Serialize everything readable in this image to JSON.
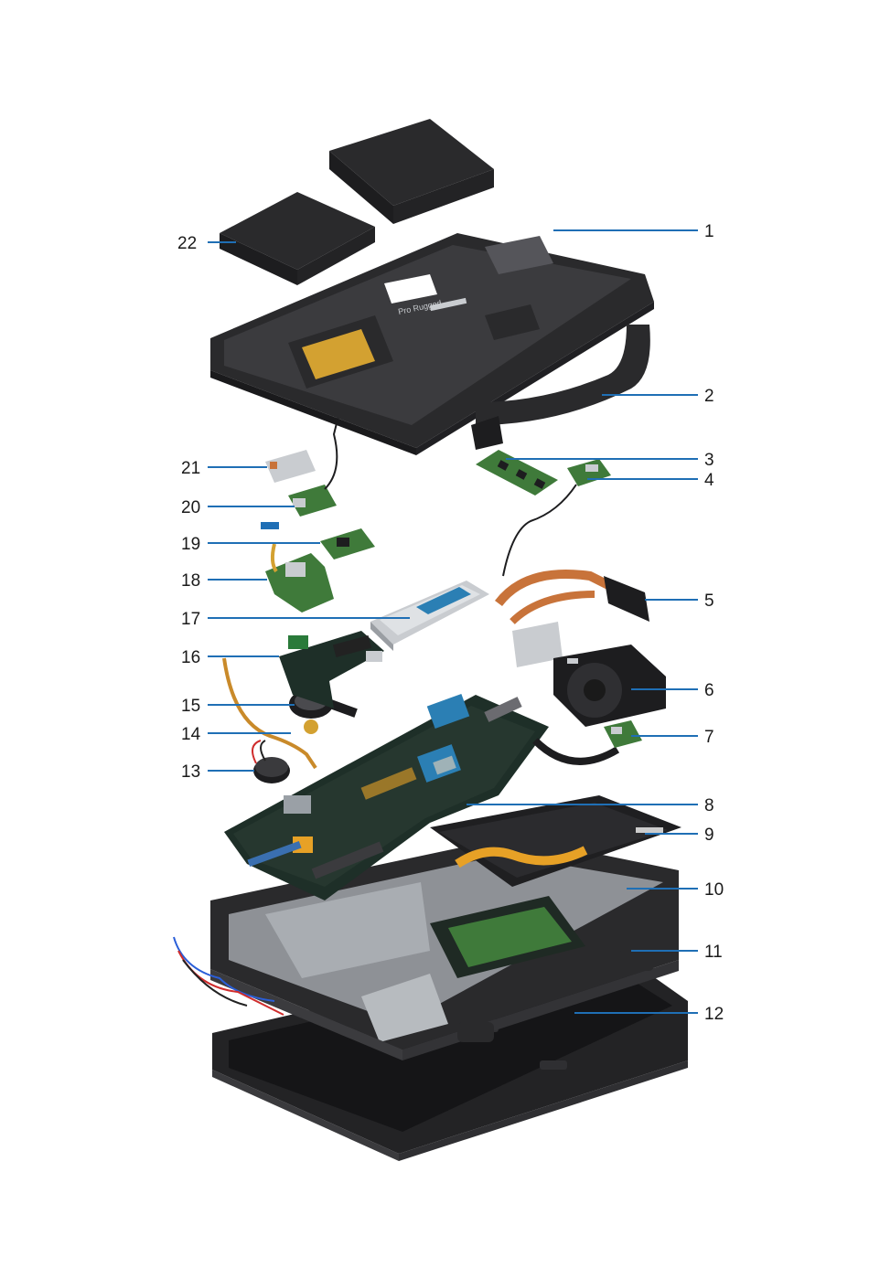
{
  "colors": {
    "leader": "#1f6fb5",
    "label": "#1a1a1a",
    "chassis": "#2a2a2c",
    "chassis_light": "#3b3b3e",
    "pcb_green": "#3f7a3a",
    "pcb_dark": "#1e2f28",
    "copper": "#c8733a",
    "silver": "#c9ccd0",
    "kapton": "#e7a126",
    "screen": "#151517",
    "chip_blue": "#2b7fb4"
  },
  "callouts": [
    {
      "number": "1",
      "part": "base cover"
    },
    {
      "number": "2",
      "part": "carry handle"
    },
    {
      "number": "3",
      "part": "memory module"
    },
    {
      "number": "4",
      "part": "board"
    },
    {
      "number": "5",
      "part": "heat sink"
    },
    {
      "number": "6",
      "part": "fan"
    },
    {
      "number": "7",
      "part": "board"
    },
    {
      "number": "8",
      "part": "system board"
    },
    {
      "number": "9",
      "part": "keyboard"
    },
    {
      "number": "10",
      "part": "palm rest"
    },
    {
      "number": "11",
      "part": "speaker"
    },
    {
      "number": "12",
      "part": "display assembly"
    },
    {
      "number": "13",
      "part": "coin-cell battery"
    },
    {
      "number": "14",
      "part": "cable"
    },
    {
      "number": "15",
      "part": "coin-cell"
    },
    {
      "number": "16",
      "part": "board"
    },
    {
      "number": "17",
      "part": "solid-state drive"
    },
    {
      "number": "18",
      "part": "board"
    },
    {
      "number": "19",
      "part": "board"
    },
    {
      "number": "20",
      "part": "board"
    },
    {
      "number": "21",
      "part": "WLAN card"
    },
    {
      "number": "22",
      "part": "battery"
    }
  ],
  "base_cover_text": "Pro Rugged"
}
